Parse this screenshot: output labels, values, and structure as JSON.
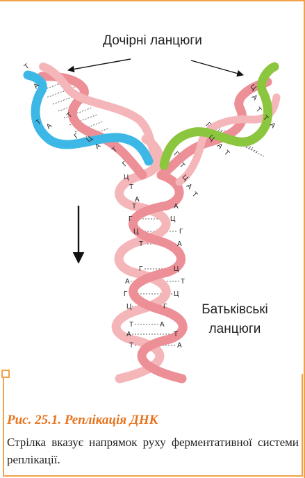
{
  "labels": {
    "daughter_strands": "Дочірні ланцюги",
    "parent_strands_line1": "Батьківські",
    "parent_strands_line2": "ланцюги"
  },
  "caption": {
    "title": "Рис. 25.1. Реплікація ДНК",
    "text": "Стрілка вказує напрямок руху ферментативної системи реплікації."
  },
  "colors": {
    "parent_strand": "#ec8f96",
    "parent_strand_light": "#f5b6ba",
    "daughter_left": "#3db8e6",
    "daughter_right": "#8cc63f",
    "accent": "#e8731d",
    "frame": "#f0a24a"
  },
  "base_pairs": [
    [
      "Т",
      "А"
    ],
    [
      "Г",
      "Ц"
    ],
    [
      "Ц",
      "Г"
    ],
    [
      "Т",
      "А"
    ],
    [
      "Г",
      "Ц"
    ],
    [
      "А",
      "Т"
    ],
    [
      "Г",
      "Ц"
    ],
    [
      "Ц",
      "Г"
    ],
    [
      "Т",
      "А"
    ],
    [
      "А",
      "Т"
    ],
    [
      "Т",
      "А"
    ]
  ],
  "left_fork_bases": [
    "Т",
    "А",
    "Т",
    "А",
    "Т",
    "Г",
    "Ц",
    "А",
    "Т",
    "Г",
    "Ц",
    "Т",
    "А"
  ],
  "right_fork_bases": [
    "Ц",
    "А",
    "Т",
    "Т",
    "А",
    "Г",
    "Ц",
    "А",
    "Т",
    "Г",
    "Т",
    "Ц",
    "А",
    "Т"
  ]
}
